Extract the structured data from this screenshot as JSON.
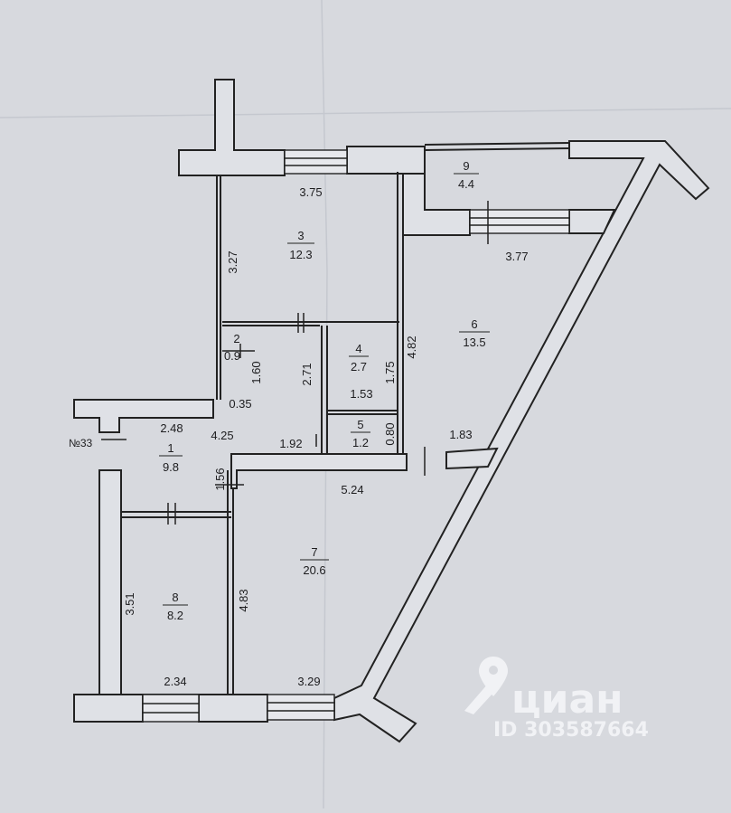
{
  "plan": {
    "apartment_label": "№33",
    "rooms": [
      {
        "number": "1",
        "area": "9.8"
      },
      {
        "number": "2",
        "area": "0.9"
      },
      {
        "number": "3",
        "area": "12.3"
      },
      {
        "number": "4",
        "area": "2.7"
      },
      {
        "number": "5",
        "area": "1.2"
      },
      {
        "number": "6",
        "area": "13.5"
      },
      {
        "number": "7",
        "area": "20.6"
      },
      {
        "number": "8",
        "area": "8.2"
      },
      {
        "number": "9",
        "area": "4.4"
      }
    ],
    "dimensions": [
      "3.75",
      "3.27",
      "3.77",
      "4.82",
      "2.71",
      "1.60",
      "1.75",
      "1.53",
      "0.35",
      "2.48",
      "4.25",
      "1.92",
      "0.80",
      "1.83",
      "1.56",
      "5.24",
      "3.51",
      "4.83",
      "2.34",
      "3.29"
    ]
  },
  "watermark": {
    "brand": "циан",
    "listing_id": "ID 303587664"
  }
}
